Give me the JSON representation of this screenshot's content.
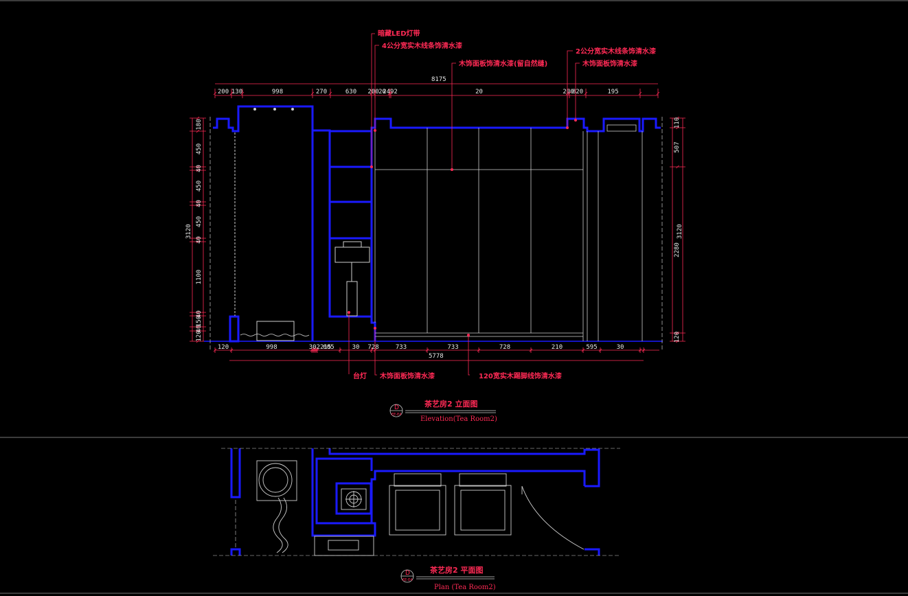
{
  "elevation": {
    "top_total": "8175",
    "top_dims": [
      "200",
      "130",
      "998",
      "270",
      "630",
      "200",
      "20",
      "2492",
      "20",
      "200",
      "820",
      "195"
    ],
    "bottom_dims": [
      "120",
      "998",
      "30",
      "20",
      "22",
      "15",
      "605",
      "30",
      "728",
      "733",
      "733",
      "728",
      "210",
      "595",
      "30"
    ],
    "bottom_total": "5778",
    "left_dims": [
      "180",
      "450",
      "40",
      "450",
      "40",
      "450",
      "40",
      "1100",
      "40",
      "150",
      "40",
      "120"
    ],
    "left_total": "3120",
    "right_dims": [
      "110",
      "507",
      "2280",
      "120"
    ],
    "right_total": "3120",
    "callouts": [
      "暗藏LED灯带",
      "4公分宽实木线条饰清水漆",
      "木饰面板饰清水漆(留自然缝)",
      "2公分宽实木线条饰清水漆",
      "木饰面板饰清水漆",
      "台灯",
      "木饰面板饰清水漆",
      "120宽实木踢脚线饰清水漆"
    ],
    "title_cn": "茶艺房2  立面图",
    "title_en": "Elevation(Tea Room2)",
    "marker_letter": "D",
    "marker_sub": "EE-E4"
  },
  "plan": {
    "title_cn": "茶艺房2  平面图",
    "title_en": "Plan  (Tea Room2)",
    "marker_letter": "D",
    "marker_sub": "EE-E4"
  },
  "colors": {
    "background": "#000000",
    "wall": "#1a1aff",
    "annotation": "#ff2a55",
    "dimension": "#e8e8e8",
    "thin_line": "#cfcfcf"
  }
}
